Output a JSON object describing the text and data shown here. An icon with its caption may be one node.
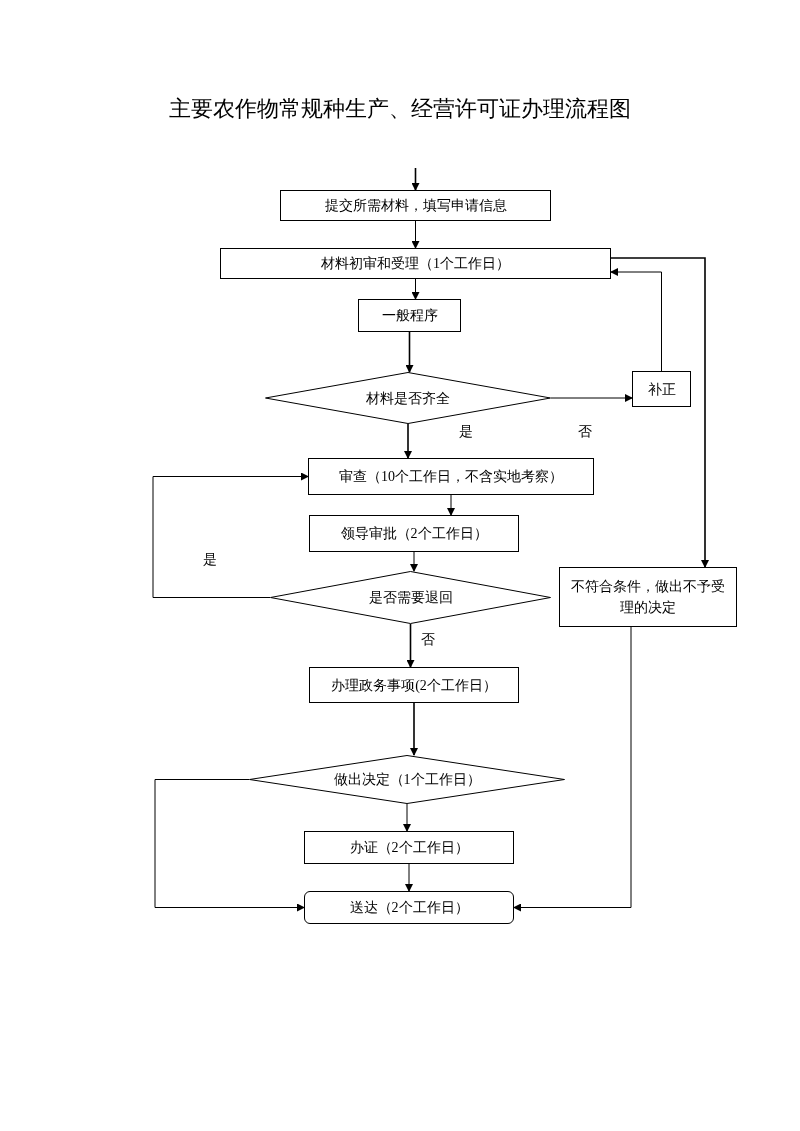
{
  "diagram": {
    "title": "主要农作物常规种生产、经营许可证办理流程图",
    "nodes": [
      {
        "text": [
          "提交所需材料，填写申请信息"
        ]
      },
      {
        "text": [
          "材料初审和受理（1个工作日）"
        ]
      },
      {
        "text": [
          "一般程序"
        ]
      },
      {
        "text": [
          "材料是否齐全"
        ]
      },
      {
        "text": [
          "补正"
        ]
      },
      {
        "text": [
          "审查（10个工作日，不含实地考察）"
        ]
      },
      {
        "text": [
          "领导审批（2个工作日）"
        ]
      },
      {
        "text": [
          "是否需要退回"
        ]
      },
      {
        "text": [
          "不符合条件，做出不予受理的决定"
        ]
      },
      {
        "text": [
          "办理政务事项(2个工作日）"
        ]
      },
      {
        "text": [
          "做出决定（1个工作日）"
        ]
      },
      {
        "text": [
          "办证（2个工作日）"
        ]
      },
      {
        "text": [
          "送达（2个工作日）"
        ]
      }
    ],
    "edges": [
      {
        "from": null,
        "to": 0,
        "arrow": "to"
      },
      {
        "from": 0,
        "to": 1,
        "arrow": "to"
      },
      {
        "from": 1,
        "to": 2,
        "arrow": "to"
      },
      {
        "from": 2,
        "to": 3,
        "arrow": "to"
      },
      {
        "from": 3,
        "to": 5,
        "arrow": "to",
        "label": "是"
      },
      {
        "from": 3,
        "to": 4,
        "arrow": "to",
        "label": "否"
      },
      {
        "from": 4,
        "to": 1,
        "arrow": "to"
      },
      {
        "from": 1,
        "to": 8,
        "arrow": "to"
      },
      {
        "from": 5,
        "to": 6,
        "arrow": "to"
      },
      {
        "from": 6,
        "to": 7,
        "arrow": "to"
      },
      {
        "from": 7,
        "to": 5,
        "arrow": "to",
        "label": "是"
      },
      {
        "from": 7,
        "to": 9,
        "arrow": "to",
        "label": "否"
      },
      {
        "from": 9,
        "to": 10,
        "arrow": "to"
      },
      {
        "from": 10,
        "to": 11,
        "arrow": "to"
      },
      {
        "from": 11,
        "to": 12,
        "arrow": "to"
      },
      {
        "from": 10,
        "to": 12,
        "arrow": "to"
      },
      {
        "from": 8,
        "to": 12,
        "arrow": "to"
      }
    ]
  }
}
